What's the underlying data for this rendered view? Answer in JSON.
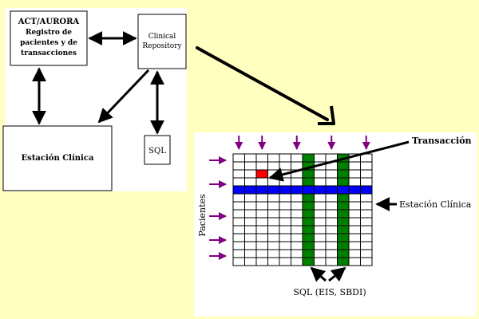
{
  "top_diagram": {
    "boxes": {
      "act_aurora": [
        "ACT/AURORA",
        "Registro de",
        "pacientes y de",
        "transacciones"
      ],
      "clinical_repository": [
        "Clinical",
        "Repository"
      ],
      "estacion_clinica": "Estación Clínica",
      "sql": "SQL"
    }
  },
  "matrix_diagram": {
    "labels": {
      "transaccion": "Transacción",
      "estacion_clinica": "Estación Clínica",
      "pacientes": "Pacientes",
      "sql": "SQL (EIS, SBDI)"
    },
    "grid": {
      "rows": 14,
      "cols": 12
    },
    "highlights": {
      "blue_row": 4,
      "green_cols": [
        6,
        9
      ],
      "red_cell": {
        "row": 2,
        "col": 2
      }
    },
    "top_arrow_cols": [
      0,
      2,
      5,
      8,
      11
    ],
    "left_arrow_rows": [
      0,
      3,
      7,
      10,
      12
    ],
    "colors": {
      "white_panel": "#ffffff",
      "background": "#ffffc0",
      "blue": "#0000ff",
      "green": "#008000",
      "red": "#ff0000",
      "purple_arrow": "#800080"
    }
  }
}
